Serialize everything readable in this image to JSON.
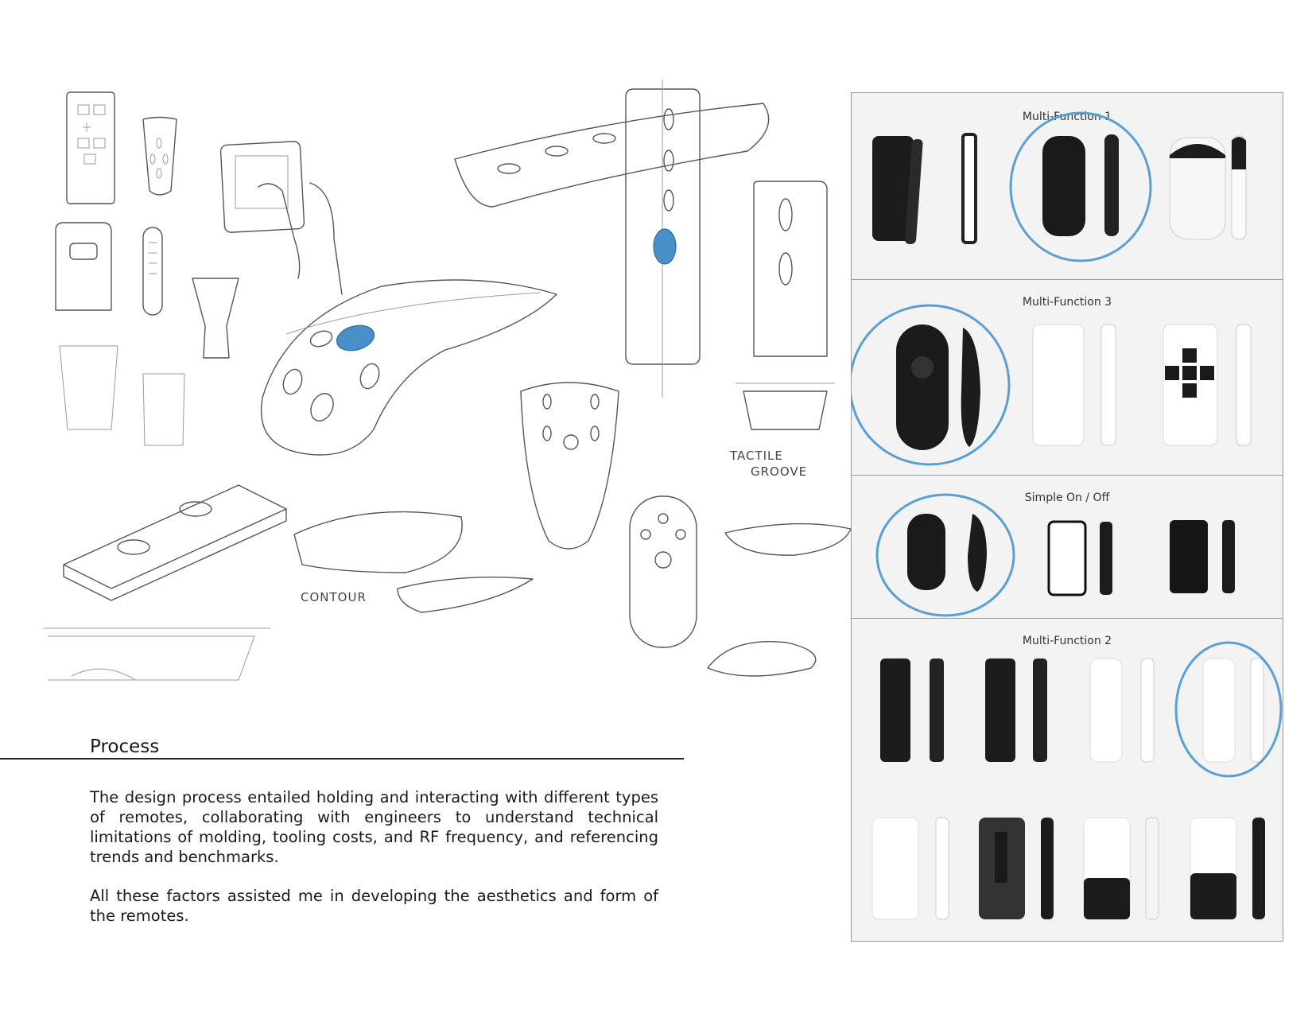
{
  "sketches": {
    "annotations": {
      "tactile_groove_line1": "TACTILE",
      "tactile_groove_line2": "GROOVE",
      "contour": "CONTOUR"
    }
  },
  "process": {
    "title": "Process",
    "paragraph1": "The design process entailed holding and interacting with different types of remotes, collaborating with engineers to understand technical limitations of molding, tooling costs, and RF frequency, and referencing trends and benchmarks.",
    "paragraph2": "All these factors assisted me in developing the aesthetics and form of the remotes."
  },
  "renders": {
    "sections": [
      {
        "label": "Multi-Function 1"
      },
      {
        "label": "Multi-Function 3"
      },
      {
        "label": "Simple On / Off"
      },
      {
        "label": "Multi-Function 2"
      }
    ],
    "colors": {
      "highlight_ring": "#5a9fd4",
      "accent_button": "#4a90c8"
    }
  }
}
